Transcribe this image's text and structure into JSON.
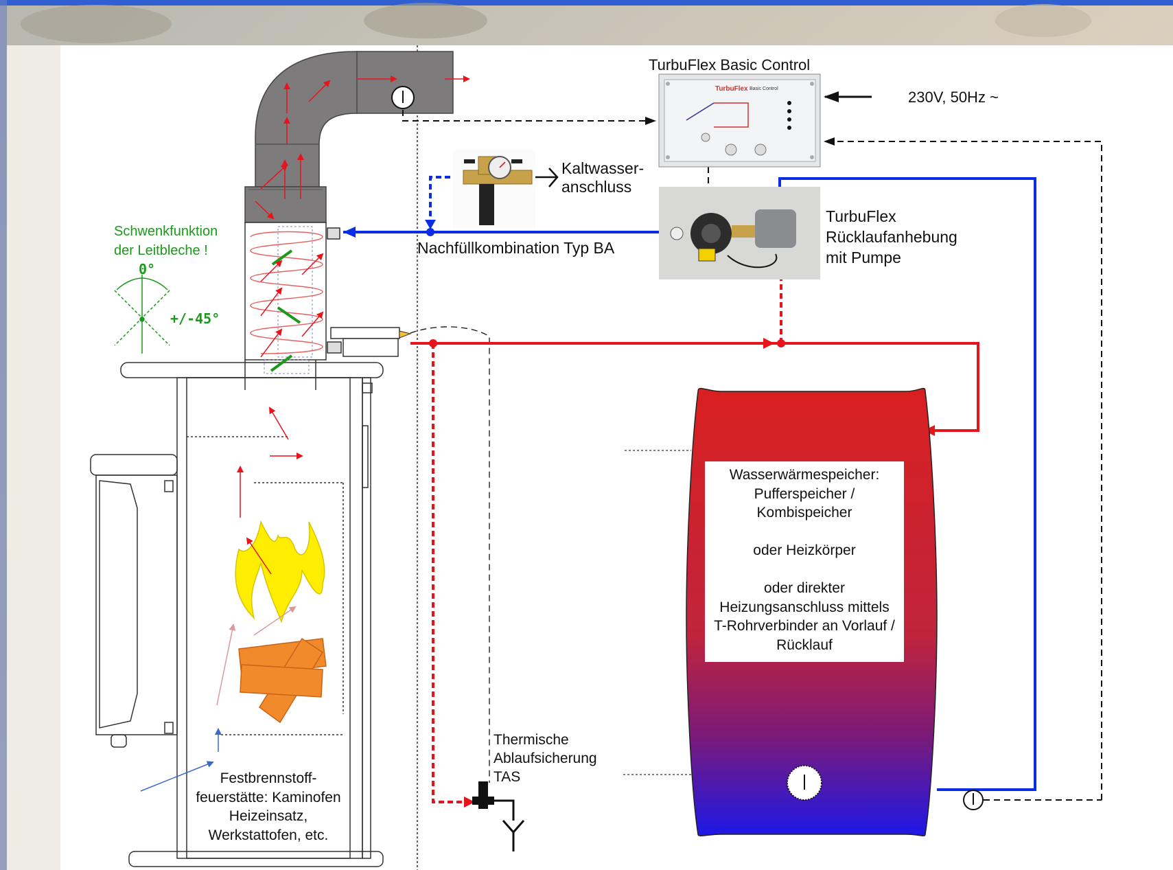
{
  "control": {
    "title": "TurbuFlex Basic Control",
    "power": "230V, 50Hz ~",
    "panel_brand": "TurbuFlex",
    "panel_sub": "Basic Control"
  },
  "pump": {
    "lines": [
      "TurbuFlex",
      "Rücklaufanhebung",
      "mit Pumpe"
    ]
  },
  "refill": {
    "label": "Nachfüllkombination Typ BA",
    "cold_water": [
      "Kaltwasser-",
      "anschluss"
    ]
  },
  "swivel": {
    "lines": [
      "Schwenkfunktion",
      "der Leitbleche !"
    ],
    "angle_zero": "0°",
    "angle_range": "+/-45°"
  },
  "tas": {
    "lines": [
      "Thermische",
      "Ablaufsicherung",
      "TAS"
    ]
  },
  "stove": {
    "lines": [
      "Festbrennstoff-",
      "feuerstätte: Kaminofen",
      "Heizeinsatz,",
      "Werkstattofen, etc."
    ]
  },
  "storage": {
    "lines": [
      "Wasserwärmespeicher:",
      "Pufferspeicher /",
      "Kombispeicher",
      "",
      "oder Heizkörper",
      "",
      "oder direkter",
      "Heizungsanschluss mittels",
      "T-Rohrverbinder an Vorlauf /",
      "Rücklauf"
    ]
  },
  "colors": {
    "flow": "#e8141c",
    "return": "#0a2ee6",
    "signal": "#111111",
    "leitblech": "#1a9a1a",
    "pipe": "#7d7b7c",
    "flame": "#ffee00",
    "logs": "#f08a2a"
  }
}
